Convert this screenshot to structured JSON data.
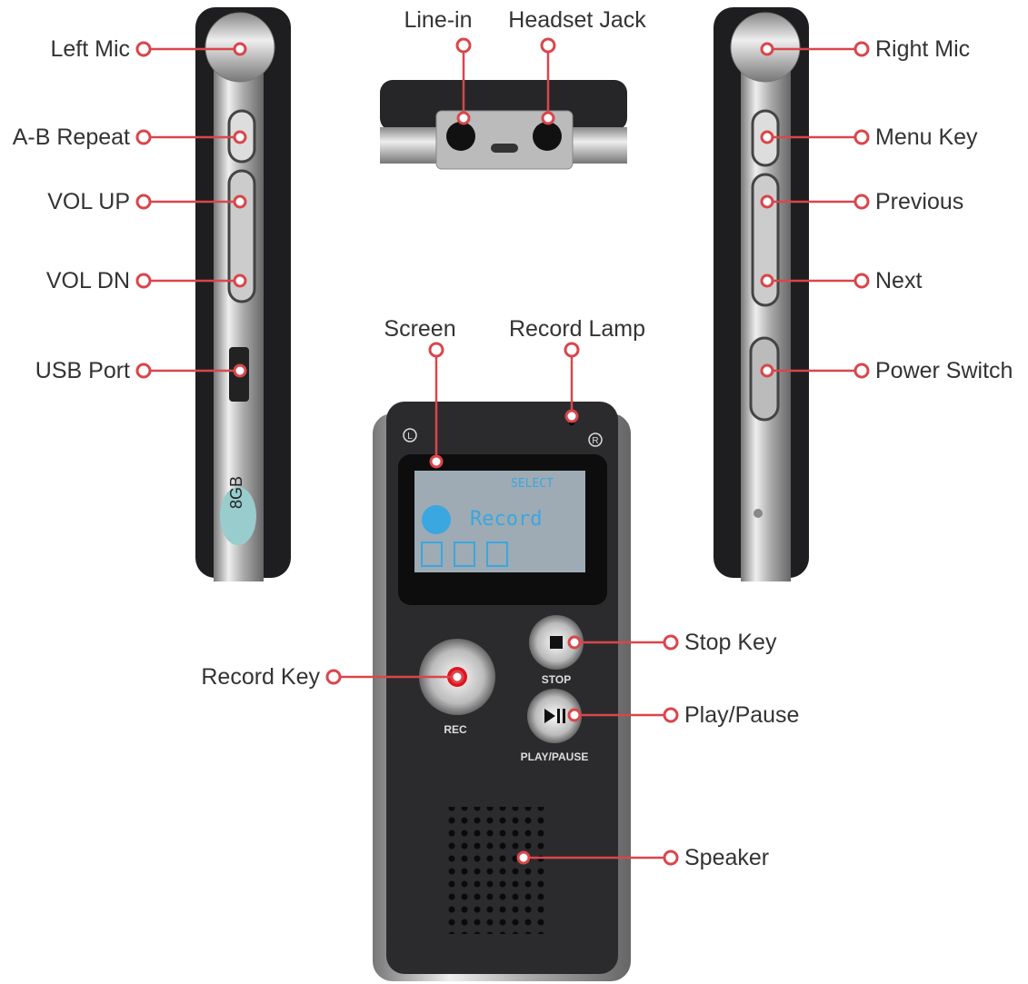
{
  "labels": {
    "left_mic": "Left Mic",
    "ab_repeat": "A-B Repeat",
    "vol_up": "VOL UP",
    "vol_dn": "VOL DN",
    "usb_port": "USB Port",
    "line_in": "Line-in",
    "headset_jack": "Headset Jack",
    "right_mic": "Right Mic",
    "menu_key": "Menu Key",
    "previous": "Previous",
    "next": "Next",
    "power_switch": "Power Switch",
    "screen": "Screen",
    "record_lamp": "Record Lamp",
    "record_key": "Record Key",
    "stop_key": "Stop Key",
    "play_pause": "Play/Pause",
    "speaker": "Speaker"
  },
  "device": {
    "capacity_badge": "8GB",
    "left_marker": "L",
    "right_marker": "R",
    "screen_select": "SELECT",
    "screen_mode": "Record",
    "rec_label": "REC",
    "stop_label": "STOP",
    "play_pause_label": "PLAY/PAUSE"
  },
  "colors": {
    "callout": "#d9464b",
    "lcd_text": "#3aa7e0",
    "body": "#2b2b2d",
    "rec_dot": "#e0141e"
  }
}
